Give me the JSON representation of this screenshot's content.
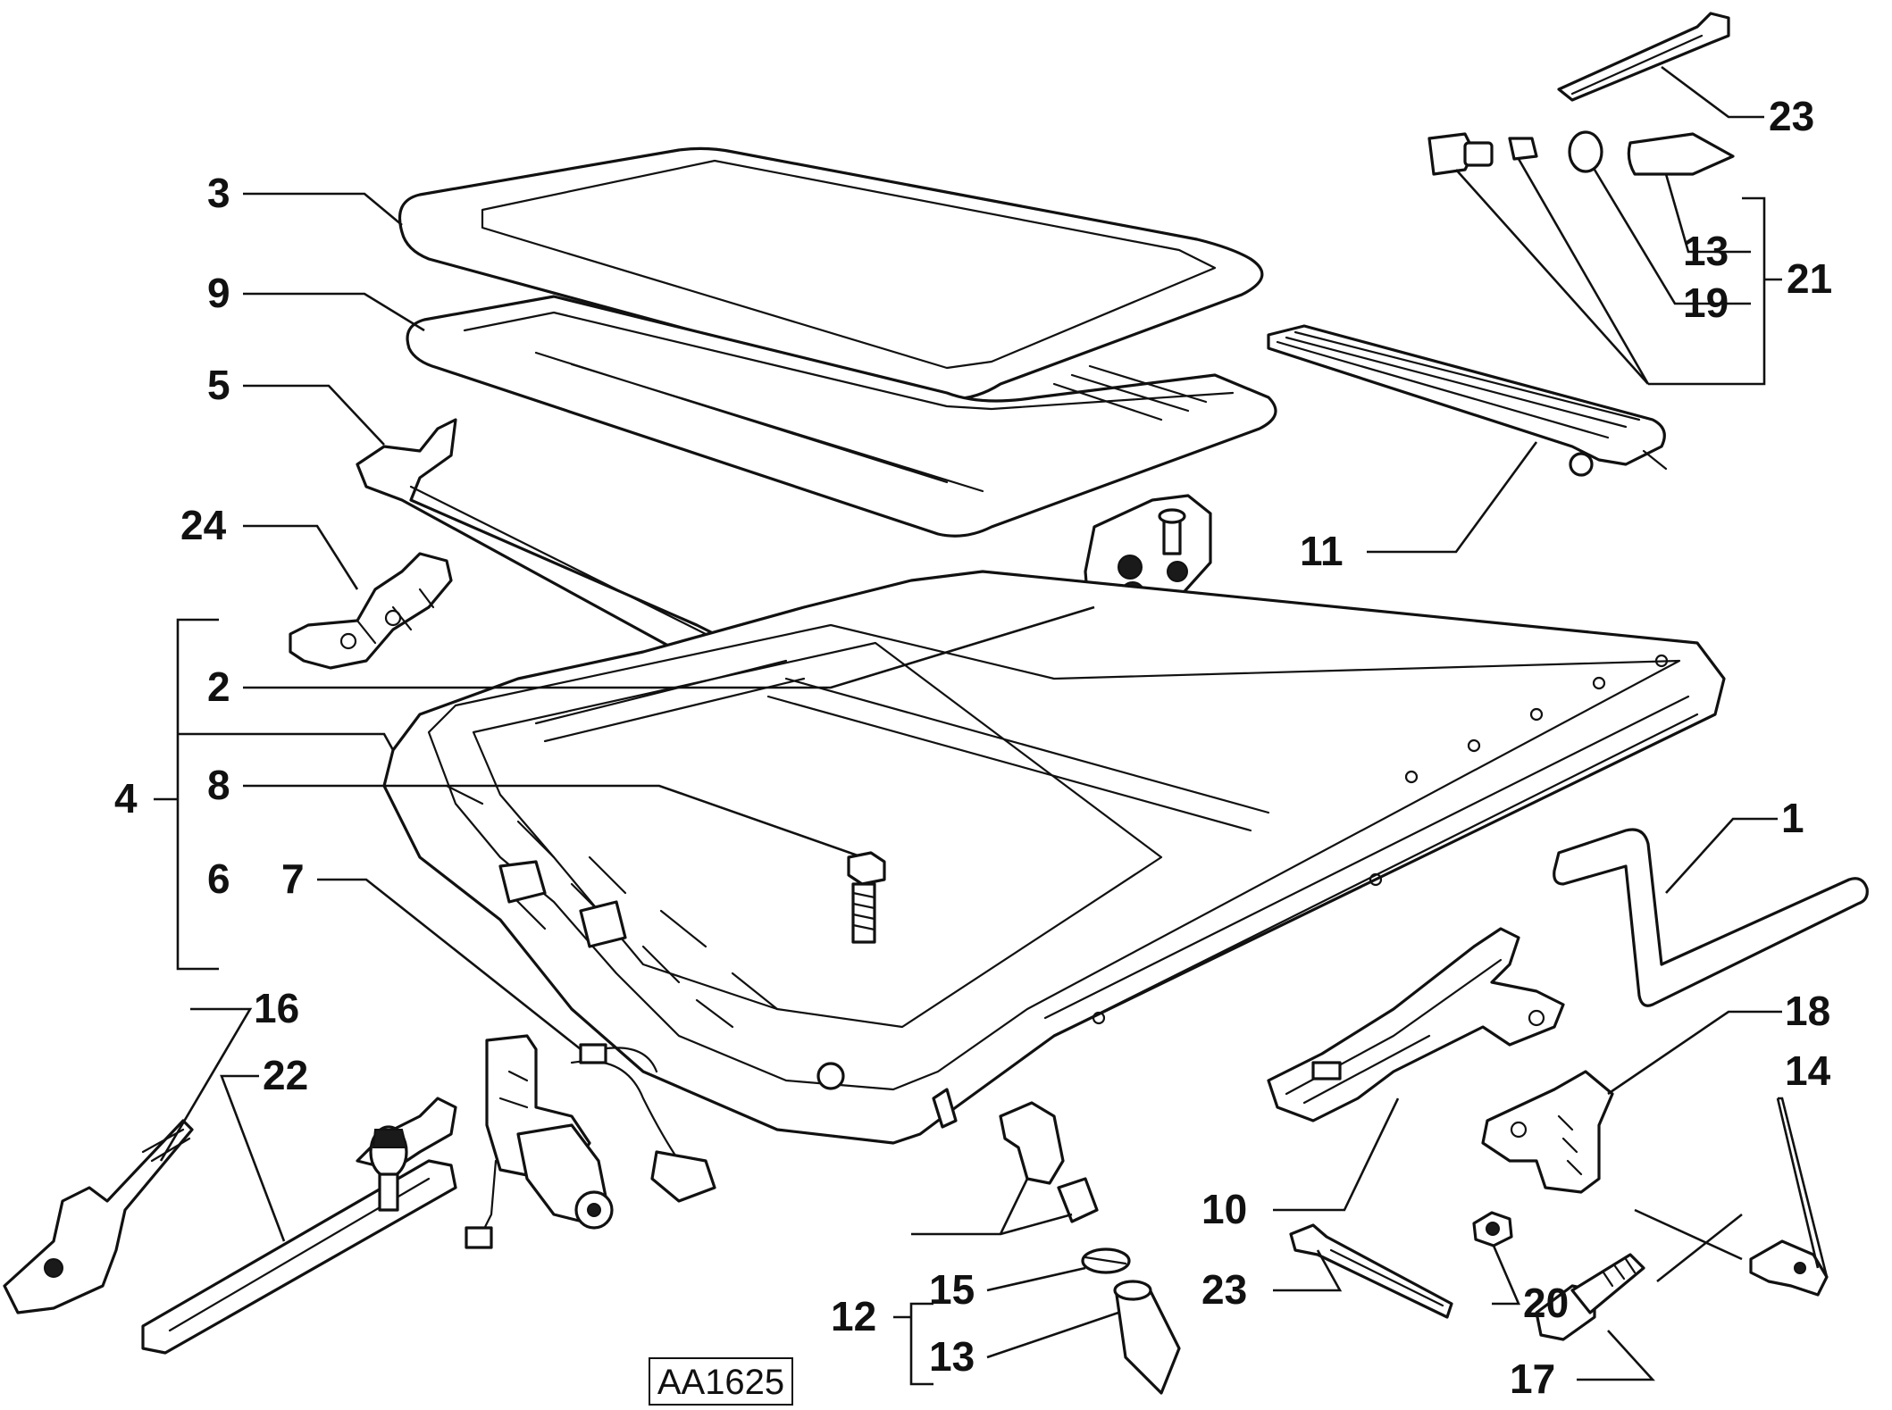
{
  "diagram": {
    "reference_code": "AA1625",
    "callouts": {
      "c1": "1",
      "c2": "2",
      "c3": "3",
      "c4": "4",
      "c5": "5",
      "c6": "6",
      "c7": "7",
      "c8": "8",
      "c9": "9",
      "c10": "10",
      "c11": "11",
      "c12": "12",
      "c13a": "13",
      "c13b": "13",
      "c14": "14",
      "c15": "15",
      "c16": "16",
      "c17": "17",
      "c18": "18",
      "c19": "19",
      "c20": "20",
      "c21": "21",
      "c22": "22",
      "c23a": "23",
      "c23b": "23",
      "c24": "24"
    }
  }
}
